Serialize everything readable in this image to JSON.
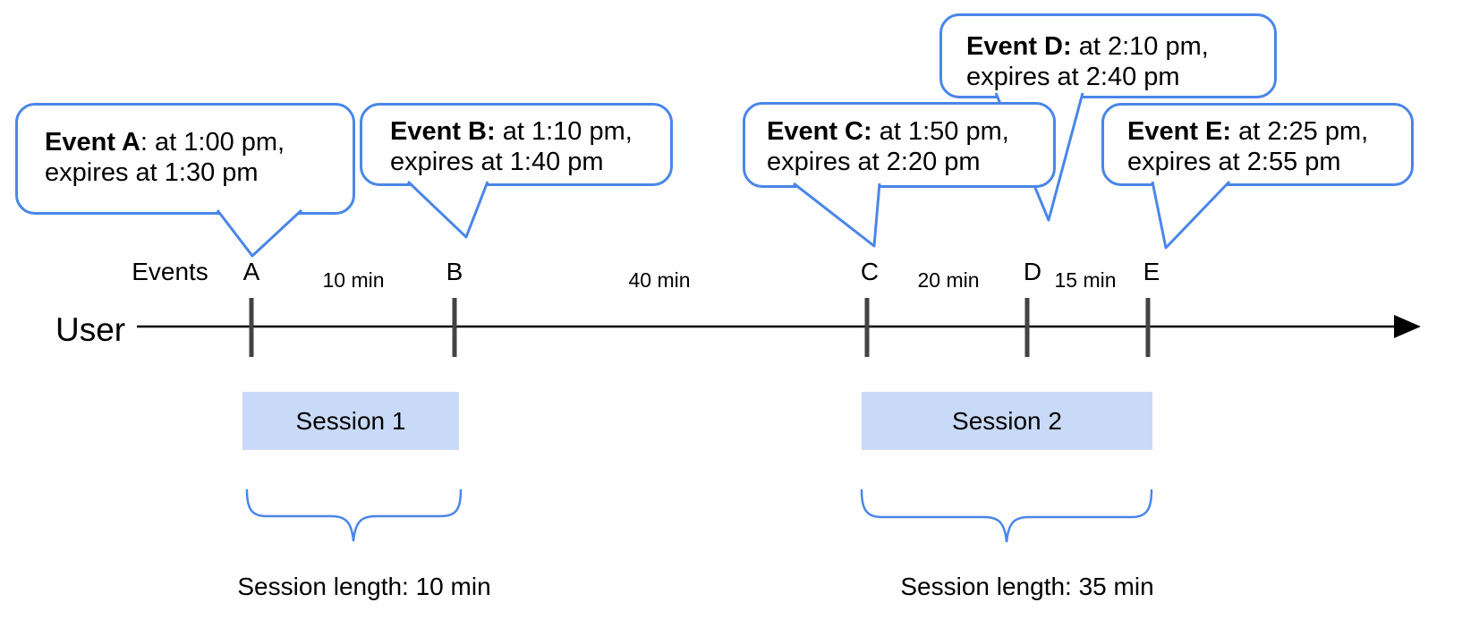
{
  "colors": {
    "accent_blue": "#4a86e8",
    "session_fill": "#c9daf8",
    "tick_gray": "#434343",
    "line_black": "#000000"
  },
  "bubbles": [
    {
      "id": "A",
      "bold": "Event A",
      "rest": ": at 1:00 pm,",
      "line2": "expires at 1:30 pm"
    },
    {
      "id": "B",
      "bold": "Event B:",
      "rest": " at 1:10 pm,",
      "line2": "expires at 1:40 pm"
    },
    {
      "id": "C",
      "bold": "Event C:",
      "rest": " at 1:50 pm,",
      "line2": "expires at 2:20 pm"
    },
    {
      "id": "D",
      "bold": "Event D:",
      "rest": " at 2:10 pm,",
      "line2": "expires at 2:40 pm"
    },
    {
      "id": "E",
      "bold": "Event E:",
      "rest": " at 2:25 pm,",
      "line2": "expires at 2:55 pm"
    }
  ],
  "timeline": {
    "user_label": "User",
    "events_label": "Events",
    "ticks": [
      "A",
      "B",
      "C",
      "D",
      "E"
    ],
    "intervals": [
      {
        "label": "10 min"
      },
      {
        "label": "40 min"
      },
      {
        "label": "20 min"
      },
      {
        "label": "15 min"
      }
    ]
  },
  "sessions": [
    {
      "label": "Session 1",
      "length": "Session length: 10 min"
    },
    {
      "label": "Session 2",
      "length": "Session length: 35 min"
    }
  ]
}
